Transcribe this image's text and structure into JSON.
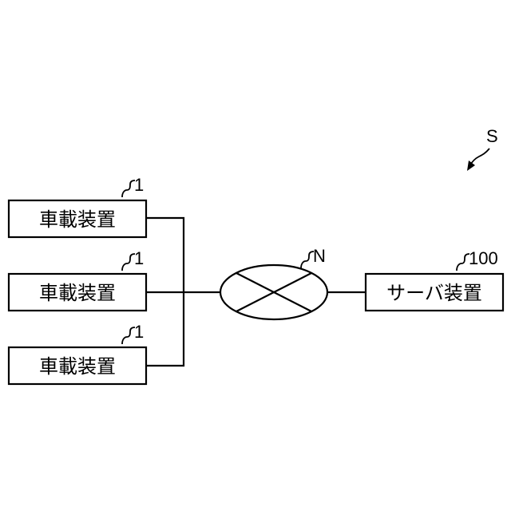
{
  "system": {
    "ref": "S"
  },
  "devices": [
    {
      "label": "車載装置",
      "ref": "1"
    },
    {
      "label": "車載装置",
      "ref": "1"
    },
    {
      "label": "車載装置",
      "ref": "1"
    }
  ],
  "network": {
    "ref": "N"
  },
  "server": {
    "label": "サーバ装置",
    "ref": "100"
  }
}
